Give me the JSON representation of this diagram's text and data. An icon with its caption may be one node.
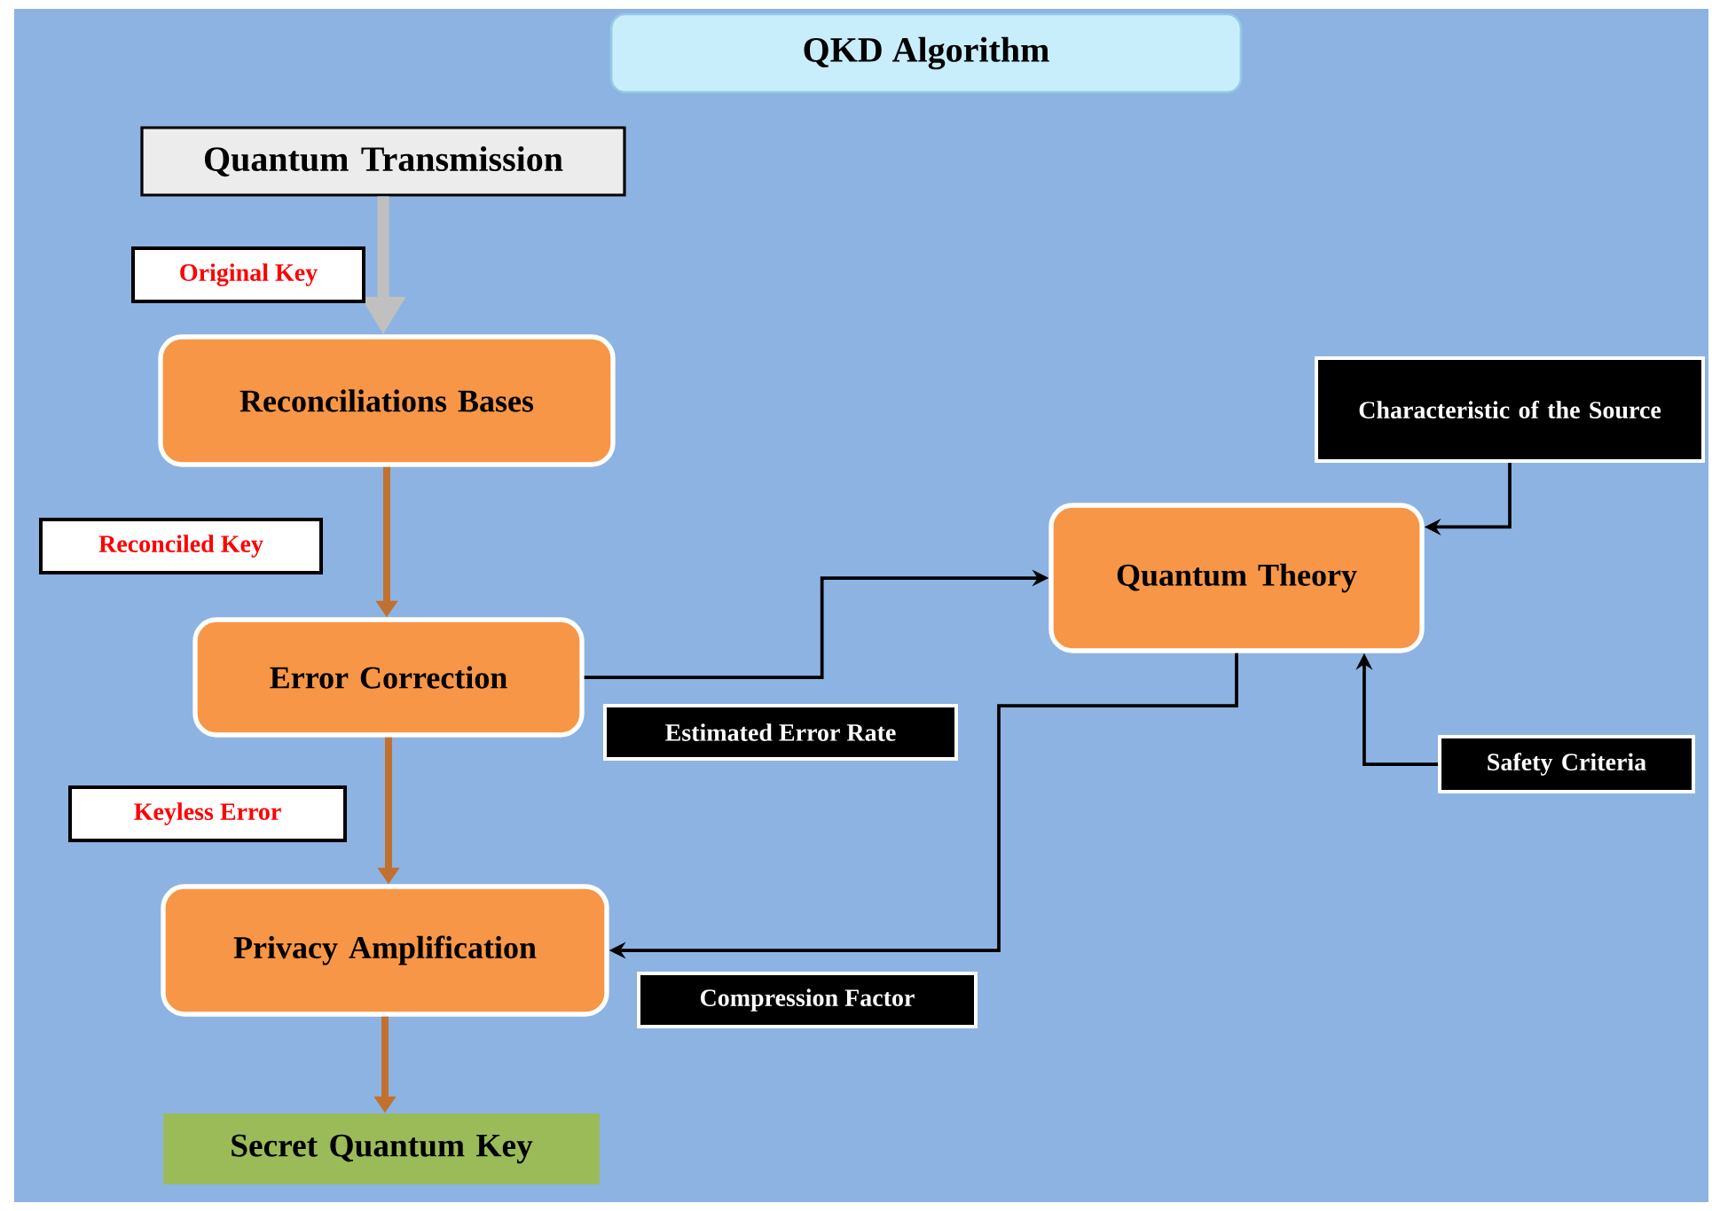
{
  "diagram": {
    "title": "QKD Algorithm",
    "nodes": [
      {
        "text": [
          "Quantum Transmission"
        ]
      },
      {
        "text": [
          "Reconciliations Bases"
        ]
      },
      {
        "text": [
          "Error Correction"
        ]
      },
      {
        "text": [
          "Privacy Amplification"
        ]
      },
      {
        "text": [
          "Secret Quantum Key"
        ]
      },
      {
        "text": [
          "Quantum Theory"
        ]
      },
      {
        "text": [
          "Characteristic of the Source"
        ]
      },
      {
        "text": [
          "Safety Criteria"
        ]
      }
    ],
    "edges": [
      {
        "from": 0,
        "to": 1,
        "arrow": "to",
        "label": "Original Key",
        "style": "thick",
        "color": "#c0c0c0"
      },
      {
        "from": 1,
        "to": 2,
        "arrow": "to",
        "label": "Reconciled Key",
        "style": "thick",
        "color": "#c0712f"
      },
      {
        "from": 2,
        "to": 3,
        "arrow": "to",
        "label": "Keyless Error",
        "style": "thick",
        "color": "#c0712f"
      },
      {
        "from": 3,
        "to": 4,
        "arrow": "to",
        "style": "thick",
        "color": "#c0712f"
      },
      {
        "from": 2,
        "to": 5,
        "arrow": "to",
        "label": "Estimated Error Rate",
        "color": "#000000"
      },
      {
        "from": 5,
        "to": 3,
        "arrow": "to",
        "label": "Compression Factor",
        "color": "#000000"
      },
      {
        "from": 6,
        "to": 5,
        "arrow": "to",
        "color": "#000000"
      },
      {
        "from": 7,
        "to": 5,
        "arrow": "to",
        "color": "#000000"
      }
    ]
  }
}
